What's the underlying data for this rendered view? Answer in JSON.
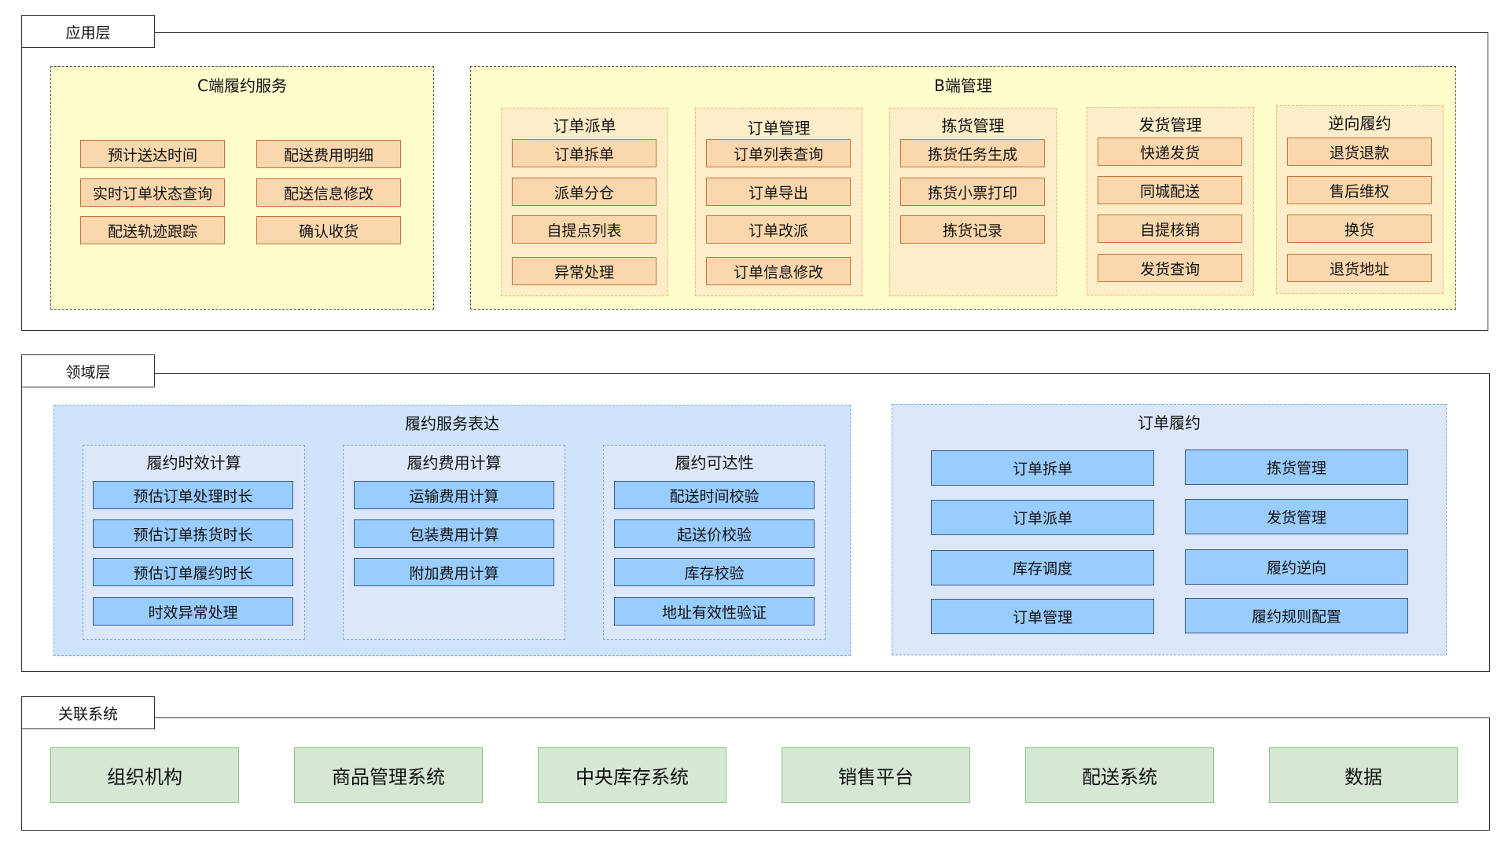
{
  "app_layer": {
    "label": "应用层",
    "c_group": {
      "title": "C端履约服务",
      "items": [
        "预计送达时间",
        "实时订单状态查询",
        "配送轨迹跟踪",
        "配送费用明细",
        "配送信息修改",
        "确认收货"
      ]
    },
    "b_group": {
      "title": "B端管理",
      "sections": [
        {
          "title": "订单派单",
          "items": [
            "订单拆单",
            "派单分仓",
            "自提点列表",
            "异常处理"
          ]
        },
        {
          "title": "订单管理",
          "items": [
            "订单列表查询",
            "订单导出",
            "订单改派",
            "订单信息修改"
          ]
        },
        {
          "title": "拣货管理",
          "items": [
            "拣货任务生成",
            "拣货小票打印",
            "拣货记录"
          ]
        },
        {
          "title": "发货管理",
          "items": [
            "快递发货",
            "同城配送",
            "自提核销",
            "发货查询"
          ]
        },
        {
          "title": "逆向履约",
          "items": [
            "退货退款",
            "售后维权",
            "换货",
            "退货地址"
          ]
        }
      ]
    }
  },
  "domain_layer": {
    "label": "领域层",
    "service_group": {
      "title": "履约服务表达",
      "sections": [
        {
          "title": "履约时效计算",
          "items": [
            "预估订单处理时长",
            "预估订单拣货时长",
            "预估订单履约时长",
            "时效异常处理"
          ]
        },
        {
          "title": "履约费用计算",
          "items": [
            "运输费用计算",
            "包装费用计算",
            "附加费用计算"
          ]
        },
        {
          "title": "履约可达性",
          "items": [
            "配送时间校验",
            "起送价校验",
            "库存校验",
            "地址有效性验证"
          ]
        }
      ]
    },
    "order_group": {
      "title": "订单履约",
      "items": [
        "订单拆单",
        "订单派单",
        "库存调度",
        "订单管理",
        "拣货管理",
        "发货管理",
        "履约逆向",
        "履约规则配置"
      ]
    }
  },
  "related_layer": {
    "label": "关联系统",
    "items": [
      "组织机构",
      "商品管理系统",
      "中央库存系统",
      "销售平台",
      "配送系统",
      "数据"
    ]
  }
}
